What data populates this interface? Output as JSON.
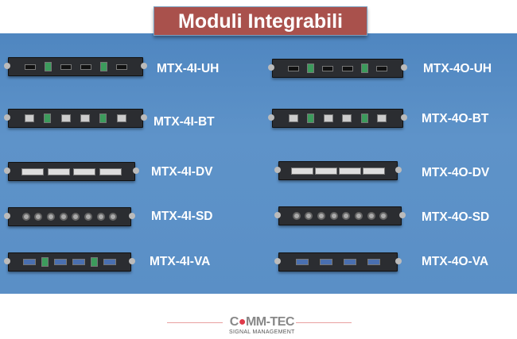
{
  "title": "Moduli Integrabili",
  "modules": [
    {
      "name": "MTX-4I-UH",
      "ports": "hdmi"
    },
    {
      "name": "MTX-4I-BT",
      "ports": "rj"
    },
    {
      "name": "MTX-4I-DV",
      "ports": "dvi"
    },
    {
      "name": "MTX-4I-SD",
      "ports": "bnc"
    },
    {
      "name": "MTX-4I-VA",
      "ports": "vga"
    },
    {
      "name": "MTX-4O-UH",
      "ports": "hdmi"
    },
    {
      "name": "MTX-4O-BT",
      "ports": "rj"
    },
    {
      "name": "MTX-4O-DV",
      "ports": "dvi"
    },
    {
      "name": "MTX-4O-SD",
      "ports": "bnc"
    },
    {
      "name": "MTX-4O-VA",
      "ports": "vga"
    }
  ],
  "logo": {
    "name": "COMM-TEC",
    "tagline": "SIGNAL MANAGEMENT"
  }
}
